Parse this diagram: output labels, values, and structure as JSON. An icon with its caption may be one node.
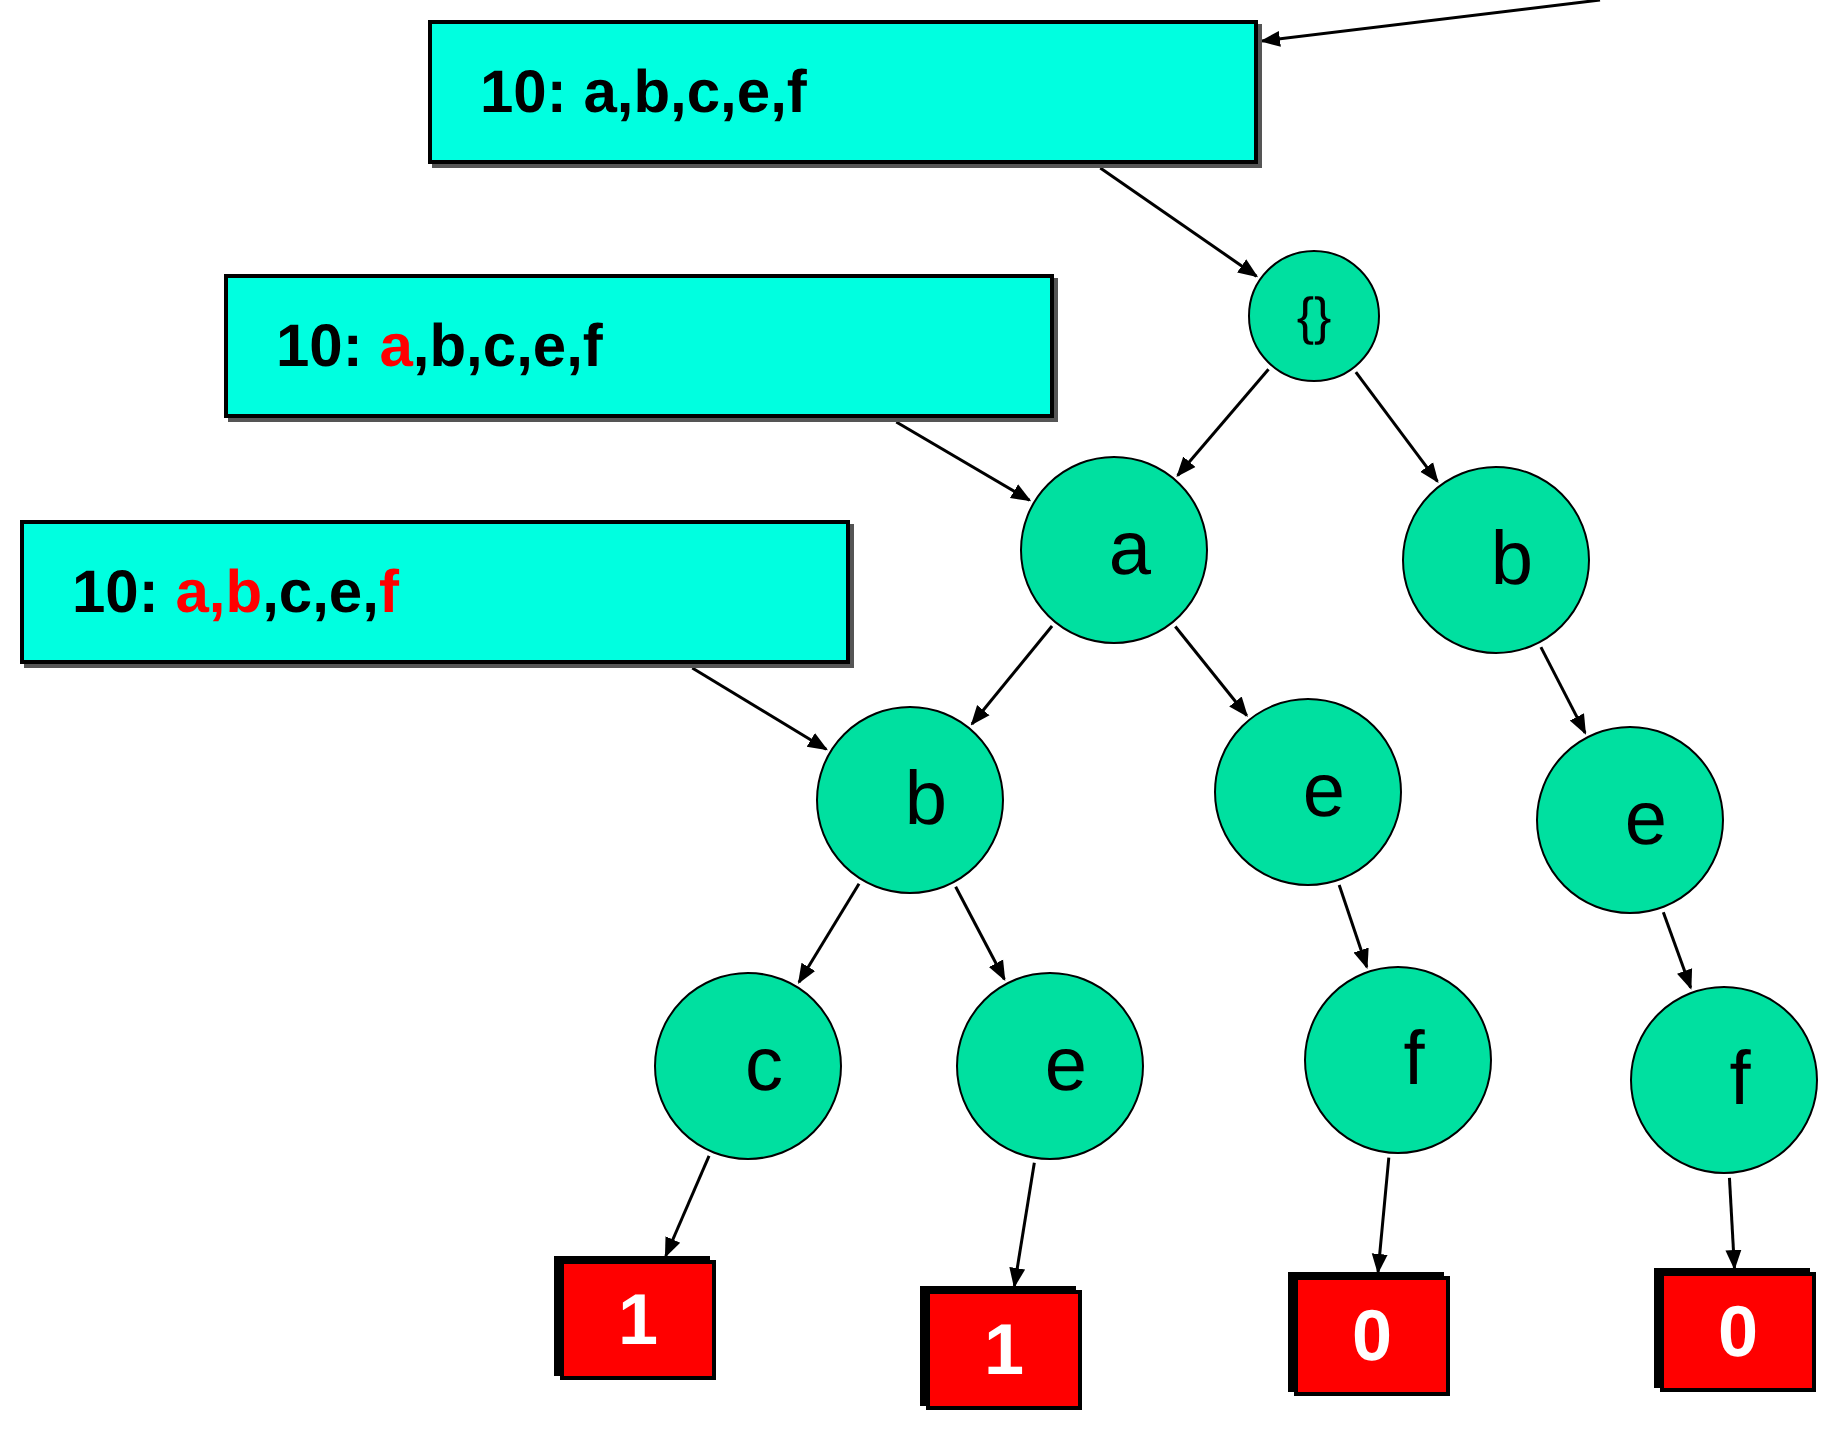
{
  "diagram": {
    "nodes": [
      {
        "text": [
          "10: a,b,c,e,f"
        ]
      },
      {
        "text": [
          "10: **a**,b,c,e,f"
        ]
      },
      {
        "text": [
          "10: **a,b**,c,e,**f**"
        ]
      },
      {
        "text": [
          "{}"
        ]
      },
      {
        "text": [
          "a"
        ]
      },
      {
        "text": [
          "b"
        ]
      },
      {
        "text": [
          "b"
        ]
      },
      {
        "text": [
          "e"
        ]
      },
      {
        "text": [
          "e"
        ]
      },
      {
        "text": [
          "c"
        ]
      },
      {
        "text": [
          "e"
        ]
      },
      {
        "text": [
          "f"
        ]
      },
      {
        "text": [
          "f"
        ]
      },
      {
        "text": [
          "1"
        ]
      },
      {
        "text": [
          "1"
        ]
      },
      {
        "text": [
          "0"
        ]
      },
      {
        "text": [
          "0"
        ]
      }
    ],
    "edges": [
      {
        "from": null,
        "to": 0,
        "arrow": "to"
      },
      {
        "from": 0,
        "to": 3,
        "arrow": "to"
      },
      {
        "from": 3,
        "to": 4,
        "arrow": "to"
      },
      {
        "from": 3,
        "to": 5,
        "arrow": "to"
      },
      {
        "from": 1,
        "to": 4,
        "arrow": "to"
      },
      {
        "from": 4,
        "to": 6,
        "arrow": "to"
      },
      {
        "from": 4,
        "to": 7,
        "arrow": "to"
      },
      {
        "from": 5,
        "to": 8,
        "arrow": "to"
      },
      {
        "from": 2,
        "to": 6,
        "arrow": "to"
      },
      {
        "from": 6,
        "to": 9,
        "arrow": "to"
      },
      {
        "from": 6,
        "to": 10,
        "arrow": "to"
      },
      {
        "from": 7,
        "to": 11,
        "arrow": "to"
      },
      {
        "from": 8,
        "to": 12,
        "arrow": "to"
      },
      {
        "from": 9,
        "to": 13,
        "arrow": "to"
      },
      {
        "from": 10,
        "to": 14,
        "arrow": "to"
      },
      {
        "from": 11,
        "to": 15,
        "arrow": "to"
      },
      {
        "from": 12,
        "to": 16,
        "arrow": "to"
      }
    ]
  }
}
